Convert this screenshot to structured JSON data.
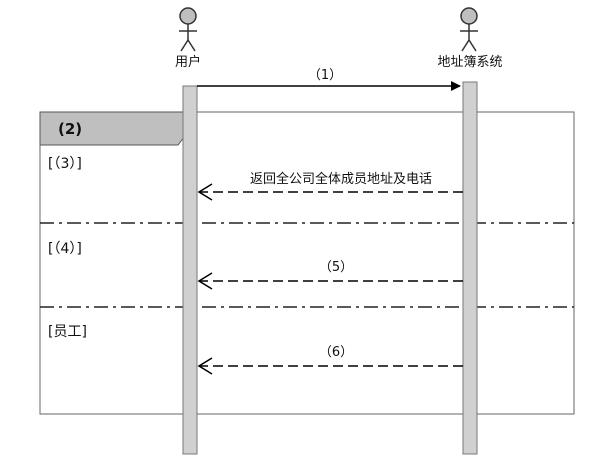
{
  "actors": {
    "user": "用户",
    "system": "地址簿系统"
  },
  "messages": {
    "m1": "（1）",
    "m_return_all": "返回全公司全体成员地址及电话",
    "m5": "（5）",
    "m6": "（6）"
  },
  "fragment": {
    "label": "(2)",
    "guards": [
      "[（3）]",
      "[（4）]",
      "[员工]"
    ]
  }
}
